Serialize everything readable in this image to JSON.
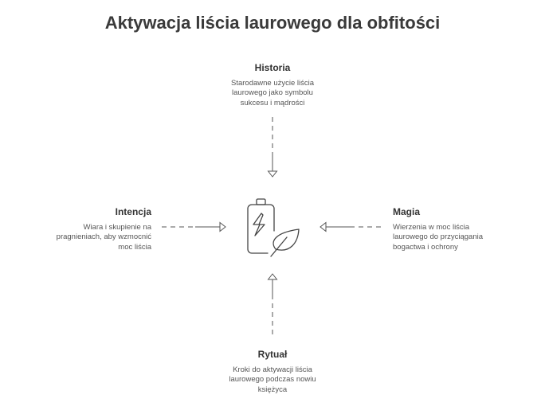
{
  "title": "Aktywacja liścia laurowego dla obfitości",
  "center_icon": "battery-leaf-icon",
  "nodes": {
    "top": {
      "title": "Historia",
      "lines": [
        "Starodawne użycie liścia",
        "laurowego jako symbolu",
        "sukcesu i mądrości"
      ]
    },
    "left": {
      "title": "Intencja",
      "lines": [
        "Wiara i skupienie na",
        "pragnieniach, aby wzmocnić",
        "moc liścia"
      ]
    },
    "right": {
      "title": "Magia",
      "lines": [
        "Wierzenia w moc liścia",
        "laurowego do przyciągania",
        "bogactwa i ochrony"
      ]
    },
    "bottom": {
      "title": "Rytuał",
      "lines": [
        "Kroki do aktywacji liścia",
        "laurowego podczas nowiu",
        "księżyca"
      ]
    }
  }
}
